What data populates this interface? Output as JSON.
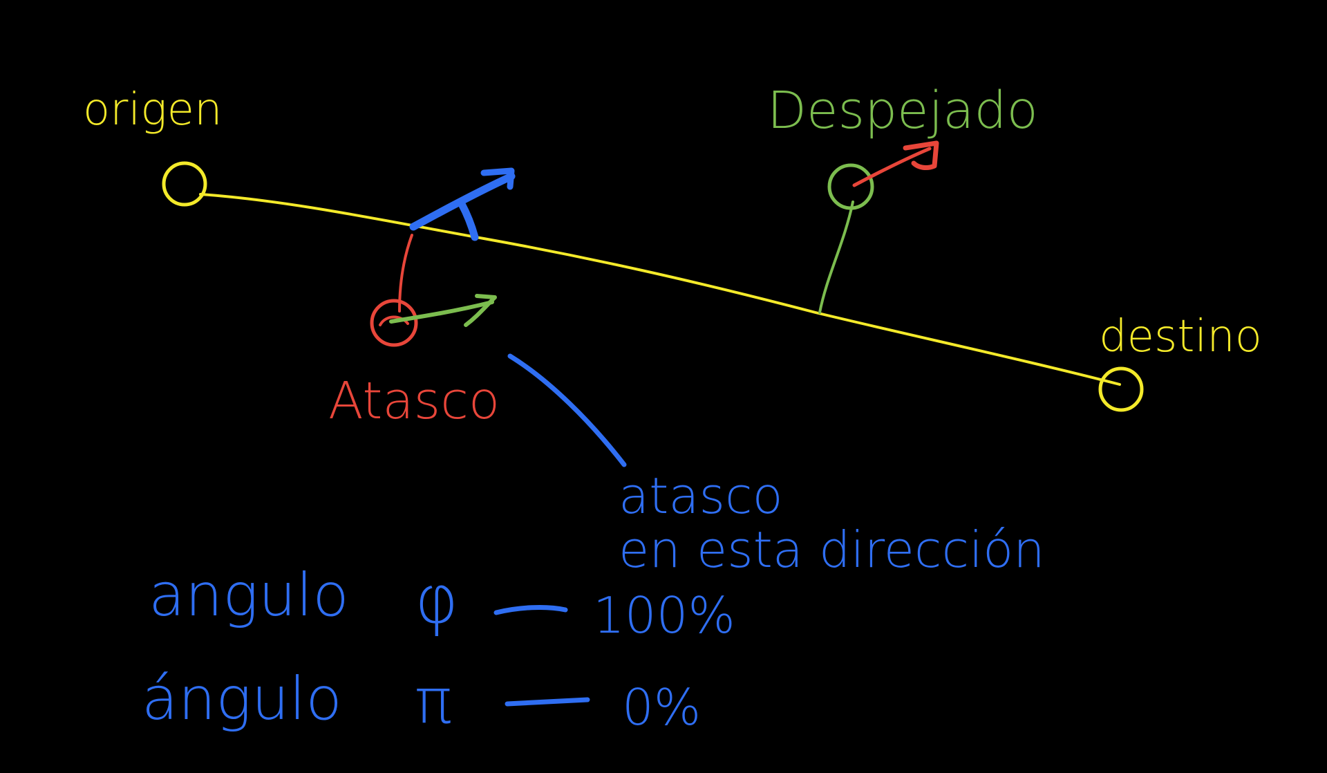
{
  "colors": {
    "background": "#000000",
    "route": "#f4ea2a",
    "congestion": "#e8463a",
    "clear": "#7cbd4f",
    "annotation": "#2f6ef2"
  },
  "labels": {
    "origin": "origen",
    "destination": "destino",
    "clear": "Despejado",
    "congestion": "Atasco",
    "direction_line1": "atasco",
    "direction_line2": "en esta dirección"
  },
  "legend": {
    "row1": {
      "label": "angulo",
      "symbol": "φ",
      "value": "100%"
    },
    "row2": {
      "label": "ángulo",
      "symbol": "π",
      "value": "0%"
    }
  }
}
